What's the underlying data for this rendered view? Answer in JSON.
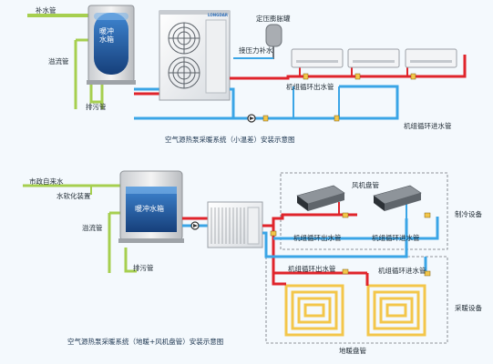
{
  "top": {
    "tank_text_line1": "暖冲",
    "tank_text_line2": "水箱",
    "unit_brand": "LONGDAR",
    "labels": {
      "makeup": "补水管",
      "overflow": "溢流管",
      "drain": "排污管",
      "expansion": "定压膨胀罐",
      "pressure_makeup": "接压力补水",
      "supply": "机组循环出水管",
      "return": "机组循环进水管"
    },
    "caption": "空气源热泵采暖系统（小温差）安装示意图"
  },
  "bottom": {
    "tank_text": "暖冲水箱",
    "labels": {
      "city_water": "市政自来水",
      "softener": "水软化装置",
      "overflow": "溢流管",
      "drain": "排污管",
      "fan_coil": "风机盘管",
      "supply_a": "机组循环出水管",
      "return_a": "机组循环进水管",
      "supply_b": "机组循环出水管",
      "return_b": "机组循环进水管",
      "cooling": "制冷设备",
      "heating": "采暖设备",
      "floor_coil": "地暖盘管"
    },
    "caption": "空气源热泵采暖系统（地暖+风机盘管）安装示意图"
  },
  "colors": {
    "supply_pipe": "#e0242b",
    "return_pipe": "#3aa5e6",
    "makeup_pipe": "#a6cf4f",
    "floor_coil": "#f3c64a",
    "tank_water": "#1f5fa8"
  }
}
